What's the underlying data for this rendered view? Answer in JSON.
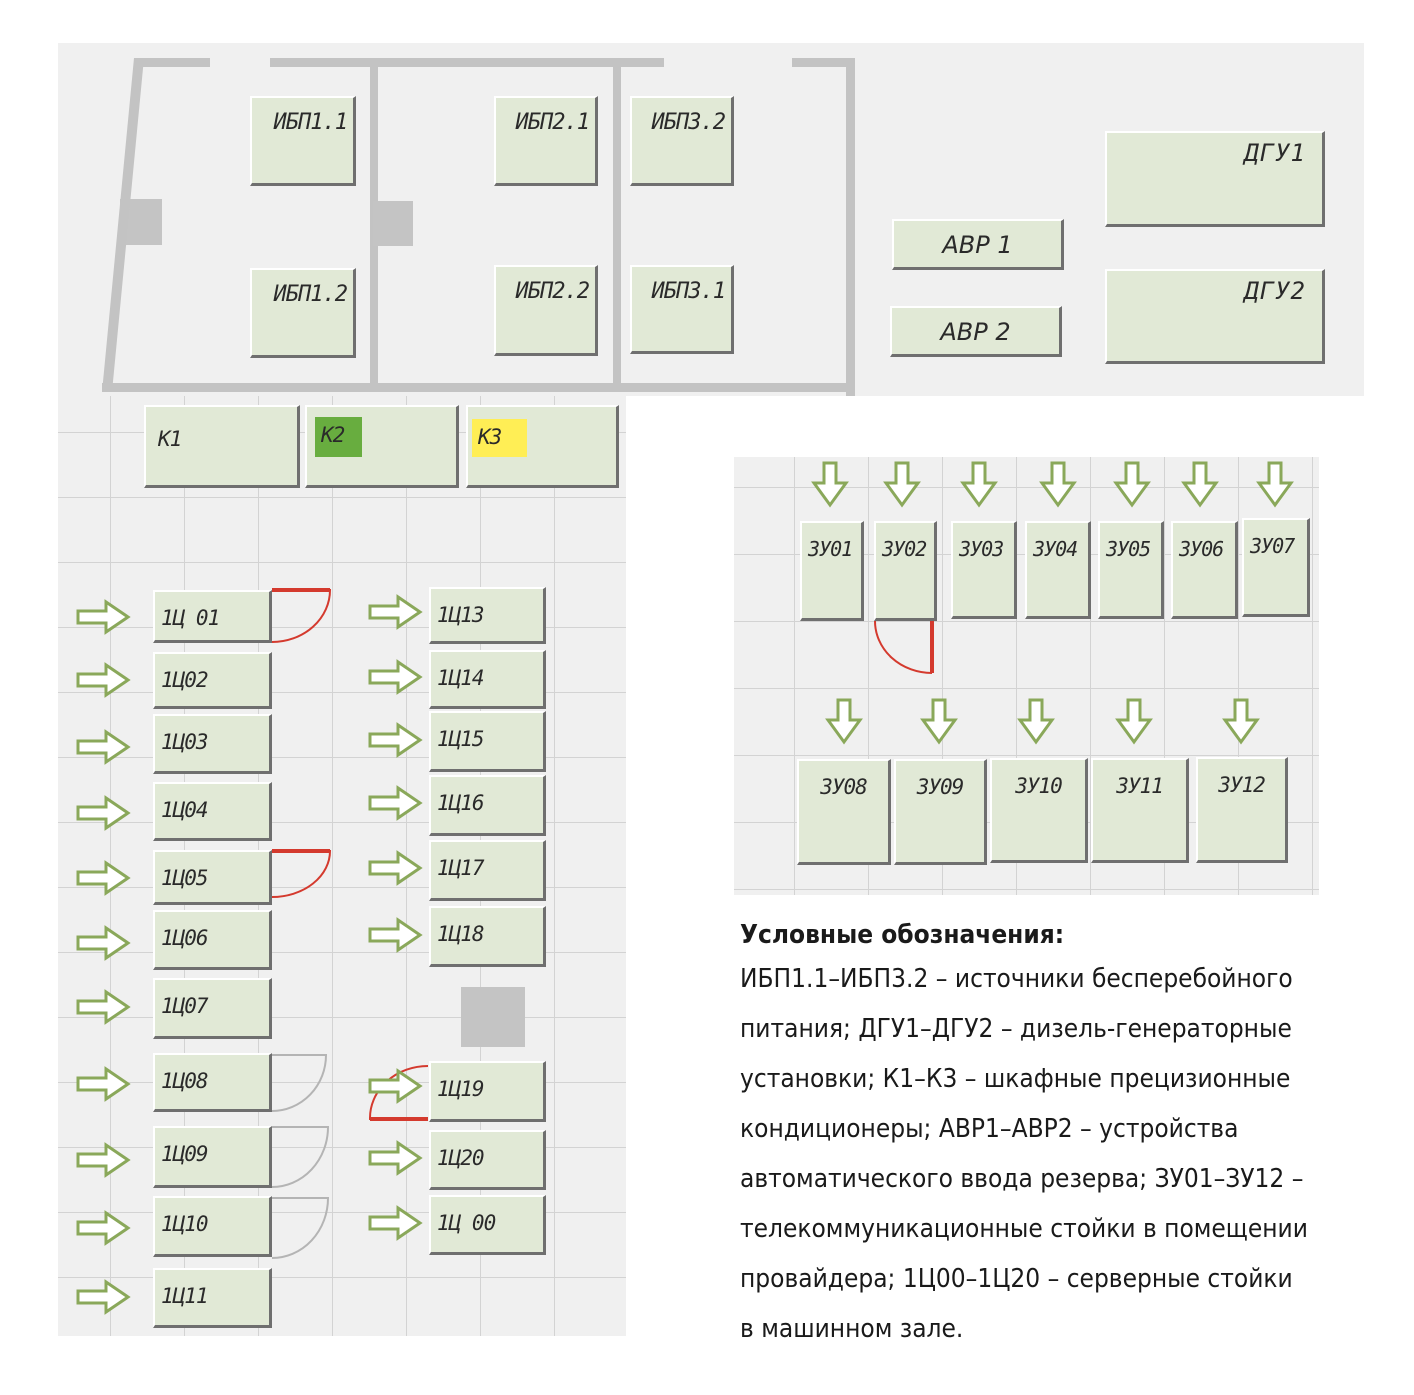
{
  "top_panel": {
    "ups": [
      {
        "label": "ИБП1.1"
      },
      {
        "label": "ИБП1.2"
      },
      {
        "label": "ИБП2.1"
      },
      {
        "label": "ИБП2.2"
      },
      {
        "label": "ИБП3.2"
      },
      {
        "label": "ИБП3.1"
      }
    ],
    "avr": [
      {
        "label": "АВР 1"
      },
      {
        "label": "АВР 2"
      }
    ],
    "dgu": [
      {
        "label": "ДГУ1"
      },
      {
        "label": "ДГУ2"
      }
    ]
  },
  "conditioners": [
    {
      "label": "К1",
      "highlight": ""
    },
    {
      "label": "К2",
      "highlight": "#68ad3f"
    },
    {
      "label": "К3",
      "highlight": "#ffee55"
    }
  ],
  "racks": [
    {
      "label": "1Ц 01"
    },
    {
      "label": "1Ц02"
    },
    {
      "label": "1Ц03"
    },
    {
      "label": "1Ц04"
    },
    {
      "label": "1Ц05"
    },
    {
      "label": "1Ц06"
    },
    {
      "label": "1Ц07"
    },
    {
      "label": "1Ц08"
    },
    {
      "label": "1Ц09"
    },
    {
      "label": "1Ц10"
    },
    {
      "label": "1Ц11"
    },
    {
      "label": "1Ц13"
    },
    {
      "label": "1Ц14"
    },
    {
      "label": "1Ц15"
    },
    {
      "label": "1Ц16"
    },
    {
      "label": "1Ц17"
    },
    {
      "label": "1Ц18"
    },
    {
      "label": "1Ц19"
    },
    {
      "label": "1Ц20"
    },
    {
      "label": "1Ц 00"
    }
  ],
  "telecom": [
    {
      "label": "ЗУ01"
    },
    {
      "label": "ЗУ02"
    },
    {
      "label": "ЗУ03"
    },
    {
      "label": "ЗУ04"
    },
    {
      "label": "ЗУ05"
    },
    {
      "label": "ЗУ06"
    },
    {
      "label": "ЗУ07"
    },
    {
      "label": "ЗУ08"
    },
    {
      "label": "ЗУ09"
    },
    {
      "label": "ЗУ10"
    },
    {
      "label": "ЗУ11"
    },
    {
      "label": "ЗУ12"
    }
  ],
  "legend": {
    "title": "Условные обозначения:",
    "lines": [
      "ИБП1.1–ИБП3.2 – источники бесперебойного",
      "питания; ДГУ1–ДГУ2 – дизель-генераторные",
      "установки; К1–К3 – шкафные прецизионные",
      "кондиционеры; АВР1–АВР2 – устройства",
      "автоматического ввода резерва; ЗУ01–ЗУ12 –",
      "телекоммуникационные стойки в помещении",
      "провайдера; 1Ц00–1Ц20 – серверные стойки",
      "в машинном зале."
    ]
  },
  "colors": {
    "rack_fill": "#e1e9d6",
    "arrow": "#8aa85a",
    "door_open": "#d43a2e",
    "door_closed": "#b4b4b4"
  }
}
